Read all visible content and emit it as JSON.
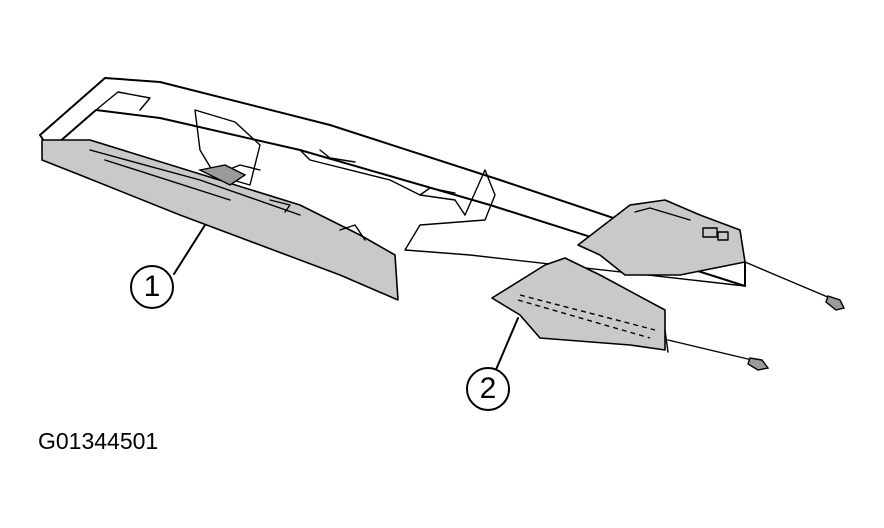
{
  "figure": {
    "id_label": "G01344501",
    "callouts": [
      {
        "number": "1"
      },
      {
        "number": "2"
      }
    ]
  },
  "colors": {
    "line": "#000000",
    "shade": "#c9c9c9",
    "background": "#ffffff"
  }
}
